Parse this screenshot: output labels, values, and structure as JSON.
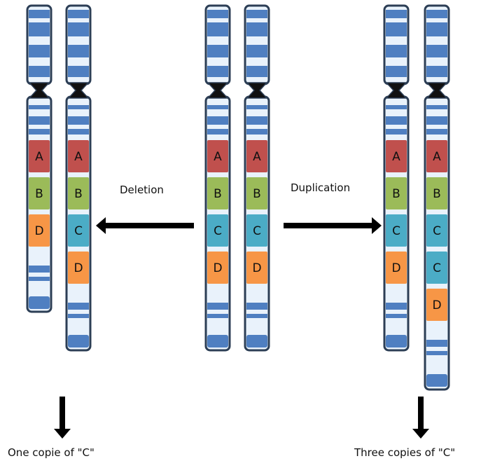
{
  "colors": {
    "outline": "#2c3e55",
    "band_blue": "#4f7fc1",
    "band_light": "#e9f2fb",
    "gene_a": "#c0504d",
    "gene_b": "#9bbb59",
    "gene_c": "#4bacc6",
    "gene_d": "#f79646",
    "arrow": "#000000"
  },
  "labels": {
    "deletion": "Deletion",
    "duplication": "Duplication",
    "one_copy": "One copie of \"C\"",
    "three_copies": "Three copies of \"C\""
  },
  "chromosomes": [
    {
      "id": "deletion-left",
      "genes": [
        "A",
        "B",
        "D"
      ]
    },
    {
      "id": "deletion-right",
      "genes": [
        "A",
        "B",
        "C",
        "D"
      ]
    },
    {
      "id": "normal-left",
      "genes": [
        "A",
        "B",
        "C",
        "D"
      ]
    },
    {
      "id": "normal-right",
      "genes": [
        "A",
        "B",
        "C",
        "D"
      ]
    },
    {
      "id": "duplication-left",
      "genes": [
        "A",
        "B",
        "C",
        "D"
      ]
    },
    {
      "id": "duplication-right",
      "genes": [
        "A",
        "B",
        "C",
        "C",
        "D"
      ]
    }
  ]
}
